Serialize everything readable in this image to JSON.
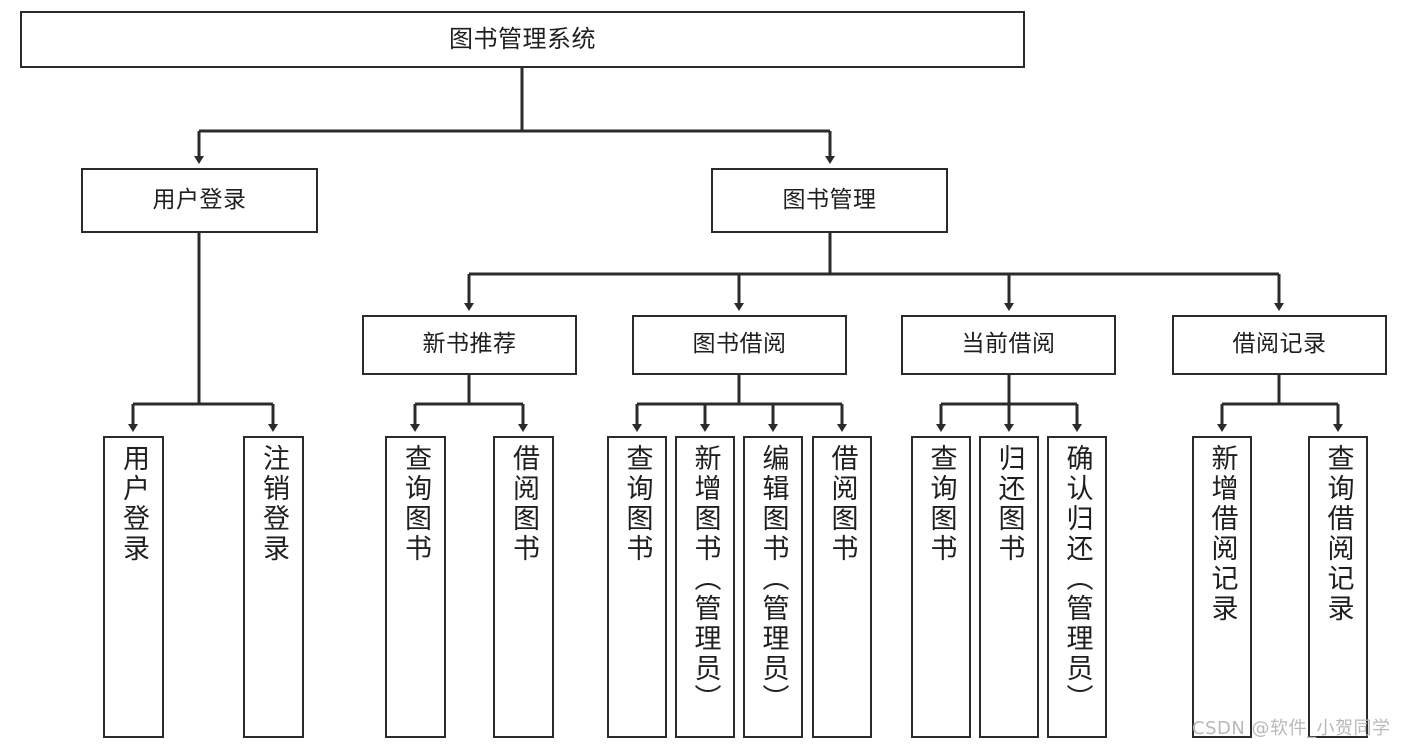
{
  "diagram": {
    "title": "图书管理系统",
    "type": "tree-structure-chart",
    "root": {
      "label": "图书管理系统"
    },
    "level2": [
      {
        "label": "用户登录"
      },
      {
        "label": "图书管理"
      }
    ],
    "level3": [
      {
        "label": "新书推荐"
      },
      {
        "label": "图书借阅"
      },
      {
        "label": "当前借阅"
      },
      {
        "label": "借阅记录"
      }
    ],
    "leaves": {
      "user_login": [
        {
          "label": "用户登录"
        },
        {
          "label": "注销登录"
        }
      ],
      "new_book_recommend": [
        {
          "label": "查询图书"
        },
        {
          "label": "借阅图书"
        }
      ],
      "book_borrow": [
        {
          "label": "查询图书"
        },
        {
          "label": "新增图书（管理员）"
        },
        {
          "label": "编辑图书（管理员）"
        },
        {
          "label": "借阅图书"
        }
      ],
      "current_borrow": [
        {
          "label": "查询图书"
        },
        {
          "label": "归还图书"
        },
        {
          "label": "确认归还（管理员）"
        }
      ],
      "borrow_record": [
        {
          "label": "新增借阅记录"
        },
        {
          "label": "查询借阅记录"
        }
      ]
    }
  },
  "watermark": {
    "text": "CSDN @软件_小贺同学"
  },
  "colors": {
    "border": "#2b2b2b",
    "background": "#ffffff",
    "text": "#1f1f1f",
    "watermark": "#b9b9b9"
  }
}
